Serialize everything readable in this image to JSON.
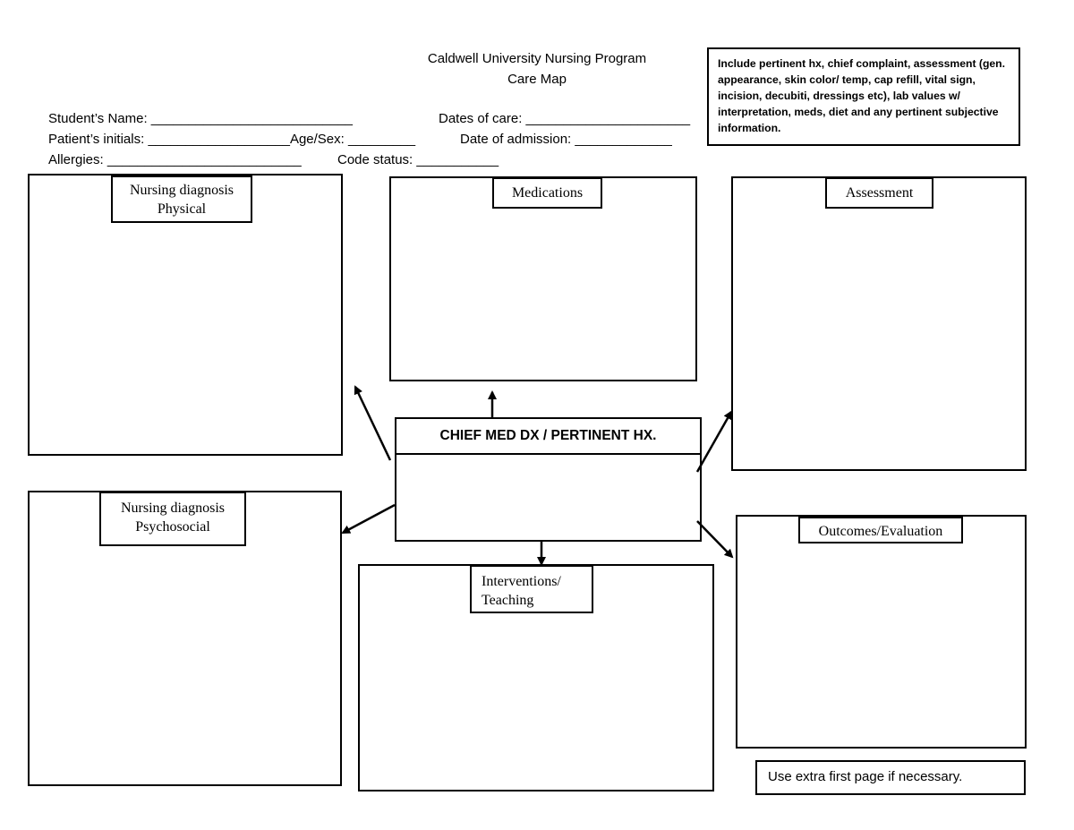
{
  "header": {
    "title": "Caldwell University Nursing Program",
    "subtitle": "Care Map"
  },
  "fields": {
    "student_name": "Student’s Name: ___________________________",
    "dates_of_care": "Dates of care: ______________________",
    "patient_initials": "Patient’s initials: ___________________Age/Sex: _________",
    "date_of_admission": "Date of admission: _____________",
    "allergies": "Allergies: __________________________",
    "code_status": "Code status: ___________"
  },
  "instructions": "Include pertinent hx, chief complaint, assessment (gen. appearance, skin color/ temp, cap refill, vital sign, incision, decubiti, dressings etc), lab values w/ interpretation, meds, diet and any pertinent subjective information.",
  "boxes": {
    "nursing_physical": {
      "line1": "Nursing diagnosis",
      "line2": "Physical"
    },
    "medications": {
      "line1": "Medications"
    },
    "assessment": {
      "line1": "Assessment"
    },
    "chief": {
      "title": "CHIEF MED DX / PERTINENT HX."
    },
    "nursing_psychosocial": {
      "line1": "Nursing diagnosis",
      "line2": "Psychosocial"
    },
    "interventions": {
      "line1": "Interventions/",
      "line2": "Teaching"
    },
    "outcomes": {
      "line1": "Outcomes/Evaluation"
    }
  },
  "footer_note": "Use extra first page if necessary."
}
